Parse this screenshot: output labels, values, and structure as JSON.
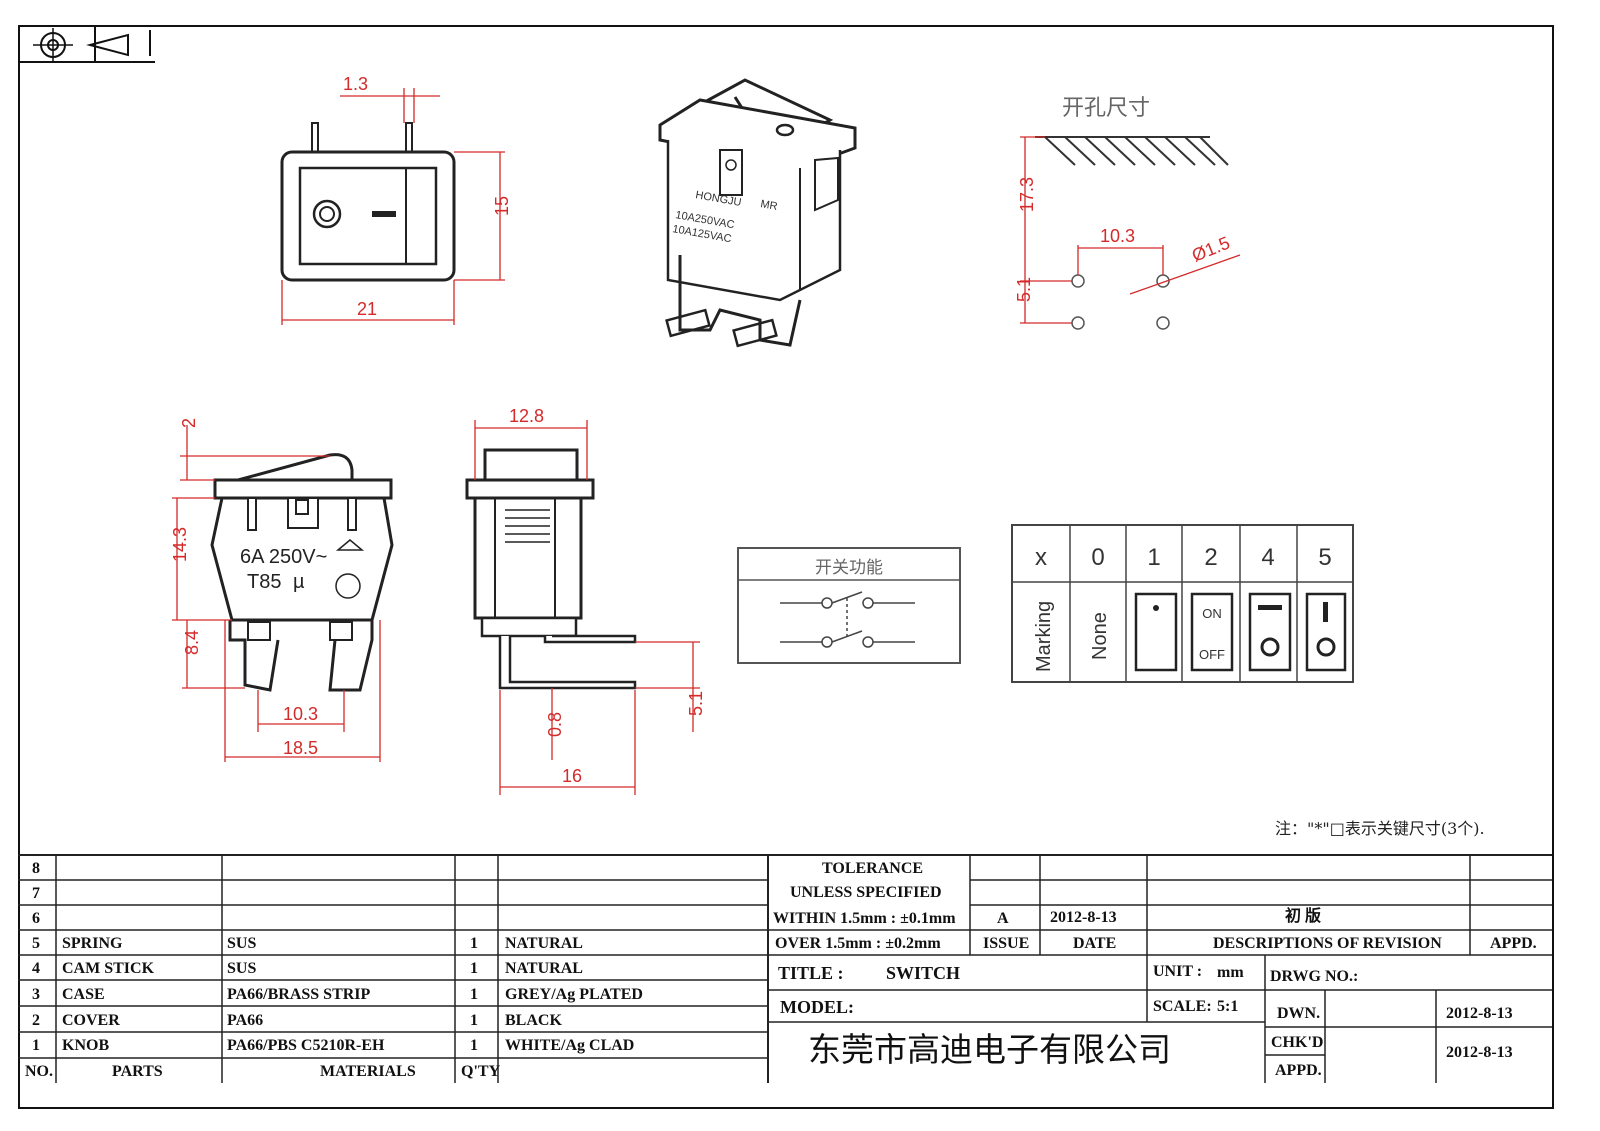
{
  "views": {
    "top_view": {
      "dim_pin_gap": "1.3",
      "dim_height": "15",
      "dim_width": "21"
    },
    "cutout": {
      "title": "开孔尺寸",
      "dim_depth": "17.3",
      "dim_pitch": "10.3",
      "dim_hole": "Ø1.5",
      "dim_row": "5.1"
    },
    "iso_view": {
      "brand": "HONGJU",
      "model_code": "MR",
      "rating1": "10A250VAC",
      "rating2": "10A125VAC"
    },
    "front_view": {
      "dim_knob": "2",
      "dim_body": "14.3",
      "dim_term": "8.4",
      "dim_pitch": "10.3",
      "dim_width": "18.5",
      "rating": "6A 250V~",
      "temp": "T85",
      "mark": "µ"
    },
    "side_view": {
      "dim_top": "12.8",
      "dim_thk": "0.8",
      "dim_len": "16",
      "dim_offset": "5.1"
    },
    "function": {
      "title": "开关功能"
    },
    "marking": {
      "header": [
        "x",
        "0",
        "1",
        "2",
        "4",
        "5"
      ],
      "row_label": "Marking",
      "none_label": "None",
      "on_label": "ON",
      "off_label": "OFF"
    },
    "note": "注：\"*\"□表示关键尺寸(3个)."
  },
  "parts_table": {
    "rows": [
      {
        "no": "8",
        "part": "",
        "material": "",
        "qty": "",
        "finish": ""
      },
      {
        "no": "7",
        "part": "",
        "material": "",
        "qty": "",
        "finish": ""
      },
      {
        "no": "6",
        "part": "",
        "material": "",
        "qty": "",
        "finish": ""
      },
      {
        "no": "5",
        "part": "SPRING",
        "material": "SUS",
        "qty": "1",
        "finish": "NATURAL"
      },
      {
        "no": "4",
        "part": "CAM STICK",
        "material": "SUS",
        "qty": "1",
        "finish": "NATURAL"
      },
      {
        "no": "3",
        "part": "CASE",
        "material": "PA66/BRASS STRIP",
        "qty": "1",
        "finish": "GREY/Ag PLATED"
      },
      {
        "no": "2",
        "part": "COVER",
        "material": "PA66",
        "qty": "1",
        "finish": "BLACK"
      },
      {
        "no": "1",
        "part": "KNOB",
        "material": "PA66/PBS C5210R-EH",
        "qty": "1",
        "finish": "WHITE/Ag CLAD"
      }
    ],
    "headers": {
      "no": "NO.",
      "parts": "PARTS",
      "materials": "MATERIALS",
      "qty": "Q'TY"
    }
  },
  "title_block": {
    "tolerance1": "TOLERANCE",
    "tolerance2": "UNLESS SPECIFIED",
    "within": "WITHIN 1.5mm : ±0.1mm",
    "over": "OVER 1.5mm : ±0.2mm",
    "issue_val": "A",
    "date_val": "2012-8-13",
    "desc_val": "初 版",
    "issue": "ISSUE",
    "date": "DATE",
    "descriptions": "DESCRIPTIONS OF REVISION",
    "appd": "APPD.",
    "title_label": "TITLE :",
    "title_val": "SWITCH",
    "unit_label": "UNIT :",
    "unit_val": "mm",
    "drwg_no": "DRWG NO.:",
    "model_label": "MODEL:",
    "scale_label": "SCALE:",
    "scale_val": "5:1",
    "dwn": "DWN.",
    "dwn_date": "2012-8-13",
    "chkd": "CHK'D",
    "chk_date": "2012-8-13",
    "appd2": "APPD.",
    "company": "东莞市高迪电子有限公司"
  }
}
